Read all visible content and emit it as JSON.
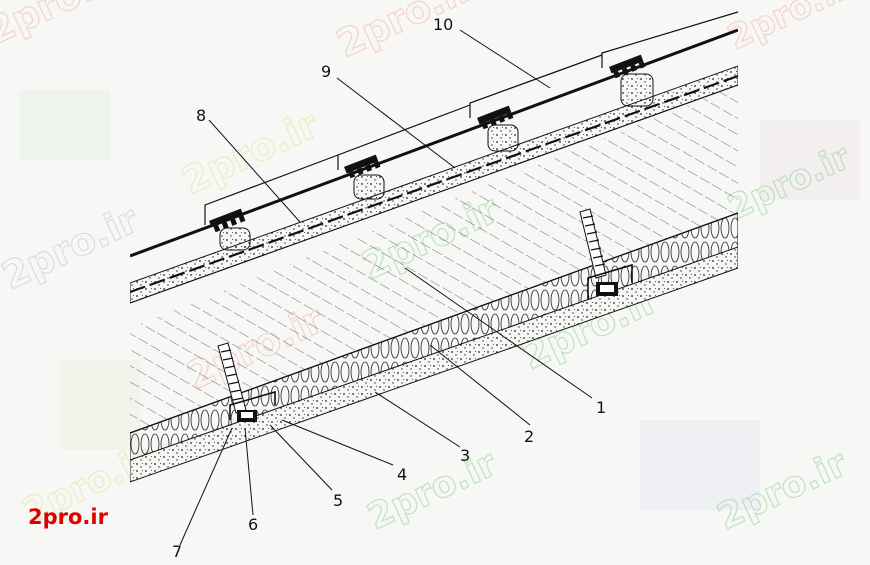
{
  "callouts": {
    "n1": "1",
    "n2": "2",
    "n3": "3",
    "n4": "4",
    "n5": "5",
    "n6": "6",
    "n7": "7",
    "n8": "8",
    "n9": "9",
    "n10": "10"
  },
  "watermark": {
    "brand": "2pro.ir",
    "repeat_text": "2pro.ir"
  },
  "colors": {
    "line": "#111111",
    "brand_red": "#e00000",
    "watermark_green": "#9ad39a",
    "watermark_pink": "#f2b6b6",
    "watermark_gray": "#c9c9c9"
  }
}
